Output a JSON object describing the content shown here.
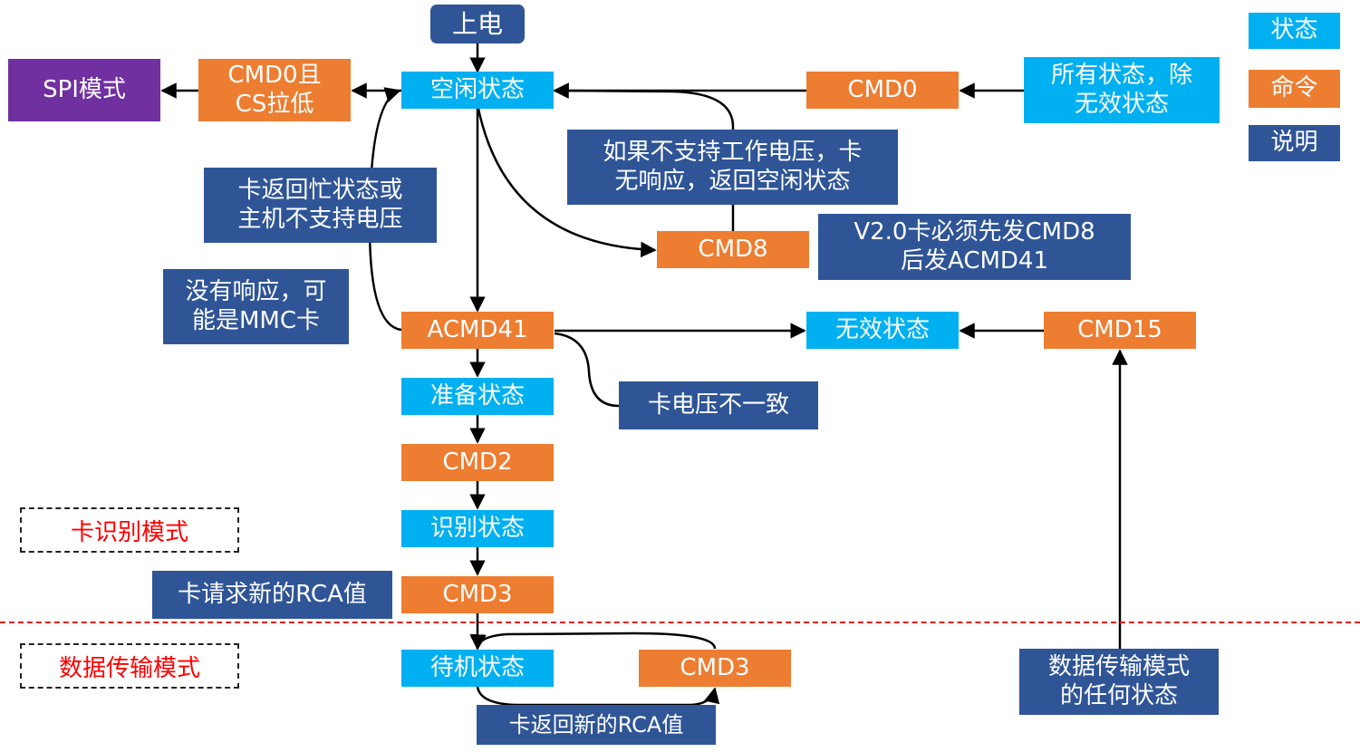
{
  "colors": {
    "state": "#00b0f0",
    "cmd": "#ed7d31",
    "note": "#2f5597",
    "spi": "#7030a0",
    "mode_text": "#ff0000",
    "divider": "#e02020",
    "arrow": "#000000"
  },
  "legend": {
    "state": "状态",
    "command": "命令",
    "note": "说明"
  },
  "nodes": {
    "power_on": "上电",
    "idle_state": "空闲状态",
    "cmd0_cs_low": [
      "CMD0且",
      "CS拉低"
    ],
    "spi_mode": "SPI模式",
    "cmd0": "CMD0",
    "all_states": [
      "所有状态，除",
      "无效状态"
    ],
    "note_no_voltage": [
      "如果不支持工作电压，卡",
      "无响应，返回空闲状态"
    ],
    "cmd8": "CMD8",
    "note_v2": [
      "V2.0卡必须先发CMD8",
      "后发ACMD41"
    ],
    "note_busy": [
      "卡返回忙状态或",
      "主机不支持电压"
    ],
    "note_mmc": [
      "没有响应，可",
      "能是MMC卡"
    ],
    "acmd41": "ACMD41",
    "inactive_state": "无效状态",
    "cmd15": "CMD15",
    "note_voltage_mismatch": "卡电压不一致",
    "ready_state": "准备状态",
    "cmd2": "CMD2",
    "ident_state": "识别状态",
    "note_request_rca": "卡请求新的RCA值",
    "cmd3": "CMD3",
    "standby_state": "待机状态",
    "cmd3_loop": "CMD3",
    "note_new_rca": "卡返回新的RCA值",
    "any_data_state": [
      "数据传输模式",
      "的任何状态"
    ]
  },
  "modes": {
    "card_identification": "卡识别模式",
    "data_transfer": "数据传输模式"
  }
}
